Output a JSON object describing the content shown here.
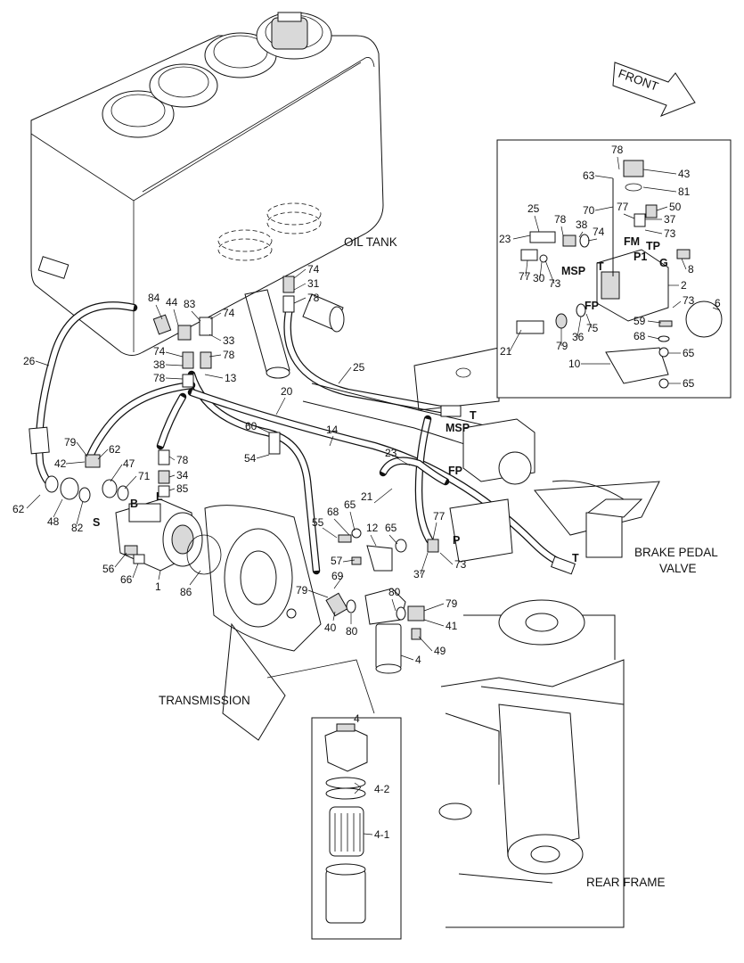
{
  "labels": {
    "oil_tank": "OIL TANK",
    "transmission": "TRANSMISSION",
    "brake_pedal_valve_line1": "BRAKE PEDAL",
    "brake_pedal_valve_line2": "VALVE",
    "rear_frame": "REAR FRAME",
    "front": "FRONT"
  },
  "ports": {
    "msp": "MSP",
    "t": "T",
    "fp": "FP",
    "p": "P",
    "s": "S",
    "b": "B",
    "l": "L",
    "fm": "FM",
    "tp": "TP",
    "p1": "P1",
    "g": "G"
  },
  "filter_detail": {
    "title": "4",
    "labels": [
      "4-2",
      "4-1"
    ]
  },
  "callouts": {
    "main": [
      "74",
      "31",
      "78",
      "84",
      "44",
      "83",
      "74",
      "33",
      "78",
      "74",
      "38",
      "78",
      "13",
      "26",
      "25",
      "20",
      "60",
      "54",
      "14",
      "79",
      "62",
      "42",
      "47",
      "71",
      "78",
      "34",
      "85",
      "62",
      "48",
      "82",
      "56",
      "66",
      "1",
      "86",
      "55",
      "68",
      "65",
      "12",
      "65",
      "57",
      "69",
      "79",
      "40",
      "80",
      "4",
      "80",
      "79",
      "41",
      "49",
      "77",
      "73",
      "37",
      "21",
      "23"
    ],
    "inset": [
      "78",
      "43",
      "63",
      "81",
      "70",
      "77",
      "50",
      "37",
      "73",
      "25",
      "78",
      "38",
      "74",
      "23",
      "8",
      "77",
      "30",
      "73",
      "2",
      "6",
      "73",
      "21",
      "79",
      "36",
      "75",
      "59",
      "68",
      "65",
      "10",
      "65"
    ]
  }
}
